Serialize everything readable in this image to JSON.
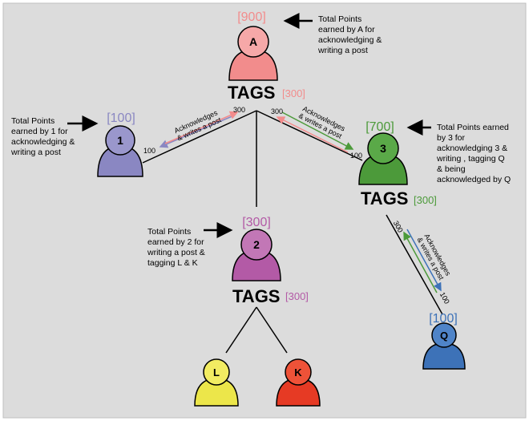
{
  "nodes": {
    "a": {
      "letter": "A",
      "points": "[900]",
      "color": "#f28c8c",
      "head": "#f6a8a8",
      "bracket_color": "#f28c8c",
      "note": [
        "Total Points",
        "earned by A for",
        "acknowledging &",
        "writing a post"
      ]
    },
    "n1": {
      "letter": "1",
      "points": "[100]",
      "color": "#8a87c2",
      "head": "#9a97cc",
      "bracket_color": "#8a87c2",
      "note": [
        "Total Points",
        "earned by 1 for",
        "acknowledging &",
        "writing a post"
      ]
    },
    "n2": {
      "letter": "2",
      "points": "[300]",
      "color": "#b35aa6",
      "head": "#c277b6",
      "bracket_color": "#b35aa6",
      "note": [
        "Total Points",
        "earned by 2 for",
        "writing a post &",
        "tagging L & K"
      ]
    },
    "n3": {
      "letter": "3",
      "points": "[700]",
      "color": "#4c9a3a",
      "head": "#5aa948",
      "bracket_color": "#4c9a3a",
      "note": [
        "Total Points earned",
        "by 3 for",
        "acknowledging 3 &",
        "writing , tagging Q",
        "& being",
        "acknowledged by Q"
      ]
    },
    "q": {
      "letter": "Q",
      "points": "[100]",
      "color": "#3d72b8",
      "head": "#4f84c8",
      "bracket_color": "#3d72b8"
    },
    "l": {
      "letter": "L",
      "color": "#ece64a",
      "head": "#f2ec62"
    },
    "k": {
      "letter": "K",
      "color": "#e63a24",
      "head": "#ee5238"
    }
  },
  "tags": {
    "a": {
      "word": "TAGS",
      "value": "[300]",
      "color": "#f28c8c"
    },
    "n2": {
      "word": "TAGS",
      "value": "[300]",
      "color": "#b35aa6"
    },
    "n3": {
      "word": "TAGS",
      "value": "[300]",
      "color": "#4c9a3a"
    }
  },
  "edges": {
    "e1": {
      "line1": "Acknowledges",
      "line2": "& writes a post",
      "from_value": "300",
      "to_value": "100",
      "arrow_color": "#8a87c2"
    },
    "e3": {
      "line1": "Acknowledges",
      "line2": "& writes a post",
      "from_value": "300",
      "to_value": "100",
      "arrow_color": "#4c9a3a"
    },
    "eq": {
      "line1": "Acknowledges",
      "line2": "& writes a post",
      "from_value": "300",
      "to_value": "100",
      "arrow_color": "#3d72b8"
    }
  },
  "colors": {
    "background": "#dcdcdc",
    "ink": "#000000"
  }
}
